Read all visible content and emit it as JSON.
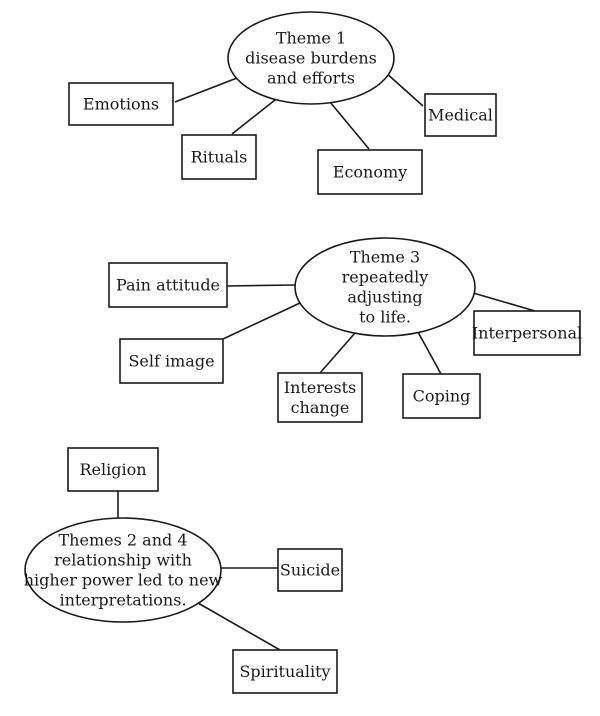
{
  "diagrams": [
    {
      "center": {
        "lines": [
          "Theme 1",
          "disease burdens",
          "and efforts"
        ]
      },
      "nodes": [
        {
          "lines": [
            "Emotions"
          ]
        },
        {
          "lines": [
            "Rituals"
          ]
        },
        {
          "lines": [
            "Economy"
          ]
        },
        {
          "lines": [
            "Medical"
          ]
        }
      ]
    },
    {
      "center": {
        "lines": [
          "Theme 3",
          "repeatedly",
          "adjusting",
          "to life."
        ]
      },
      "nodes": [
        {
          "lines": [
            "Pain attitude"
          ]
        },
        {
          "lines": [
            "Self image"
          ]
        },
        {
          "lines": [
            "Interests",
            "change"
          ]
        },
        {
          "lines": [
            "Coping"
          ]
        },
        {
          "lines": [
            "Interpersonal"
          ]
        }
      ]
    },
    {
      "center": {
        "lines": [
          "Themes 2 and 4",
          "relationship with",
          "higher power led to new",
          "interpretations."
        ]
      },
      "nodes": [
        {
          "lines": [
            "Religion"
          ]
        },
        {
          "lines": [
            "Suicide"
          ]
        },
        {
          "lines": [
            "Spirituality"
          ]
        }
      ]
    }
  ]
}
